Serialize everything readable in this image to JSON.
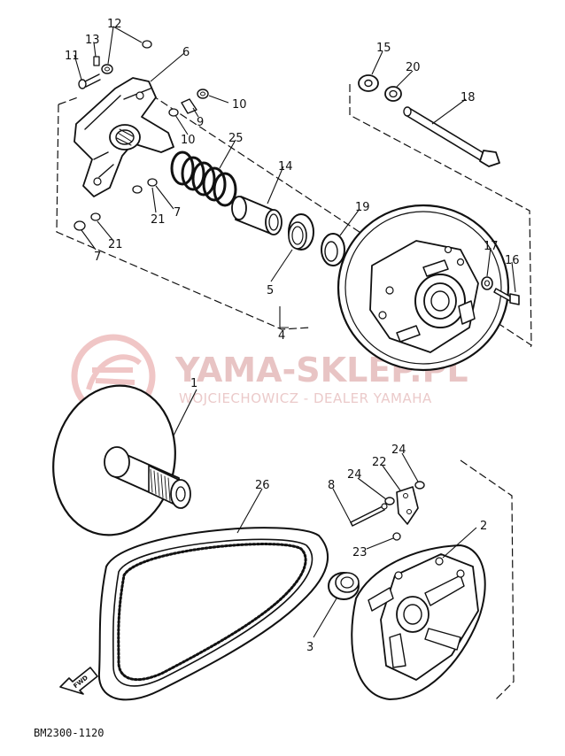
{
  "diagram": {
    "code": "BM2300-1120",
    "fwd_label": "FWD",
    "watermark": {
      "title": "YAMA-SKLEP.PL",
      "subtitle": "WOJCIECHOWICZ - DEALER YAMAHA"
    },
    "callouts": [
      {
        "id": "c1",
        "label": "1"
      },
      {
        "id": "c2",
        "label": "2"
      },
      {
        "id": "c3",
        "label": "3"
      },
      {
        "id": "c4",
        "label": "4"
      },
      {
        "id": "c5",
        "label": "5"
      },
      {
        "id": "c6",
        "label": "6"
      },
      {
        "id": "c7a",
        "label": "7"
      },
      {
        "id": "c7b",
        "label": "7"
      },
      {
        "id": "c8",
        "label": "8"
      },
      {
        "id": "c9",
        "label": "9"
      },
      {
        "id": "c10a",
        "label": "10"
      },
      {
        "id": "c10b",
        "label": "10"
      },
      {
        "id": "c11",
        "label": "11"
      },
      {
        "id": "c12",
        "label": "12"
      },
      {
        "id": "c13",
        "label": "13"
      },
      {
        "id": "c14",
        "label": "14"
      },
      {
        "id": "c15",
        "label": "15"
      },
      {
        "id": "c16",
        "label": "16"
      },
      {
        "id": "c17",
        "label": "17"
      },
      {
        "id": "c18",
        "label": "18"
      },
      {
        "id": "c19",
        "label": "19"
      },
      {
        "id": "c20",
        "label": "20"
      },
      {
        "id": "c21a",
        "label": "21"
      },
      {
        "id": "c21b",
        "label": "21"
      },
      {
        "id": "c22",
        "label": "22"
      },
      {
        "id": "c23",
        "label": "23"
      },
      {
        "id": "c24a",
        "label": "24"
      },
      {
        "id": "c24b",
        "label": "24"
      },
      {
        "id": "c25",
        "label": "25"
      },
      {
        "id": "c26",
        "label": "26"
      }
    ]
  }
}
